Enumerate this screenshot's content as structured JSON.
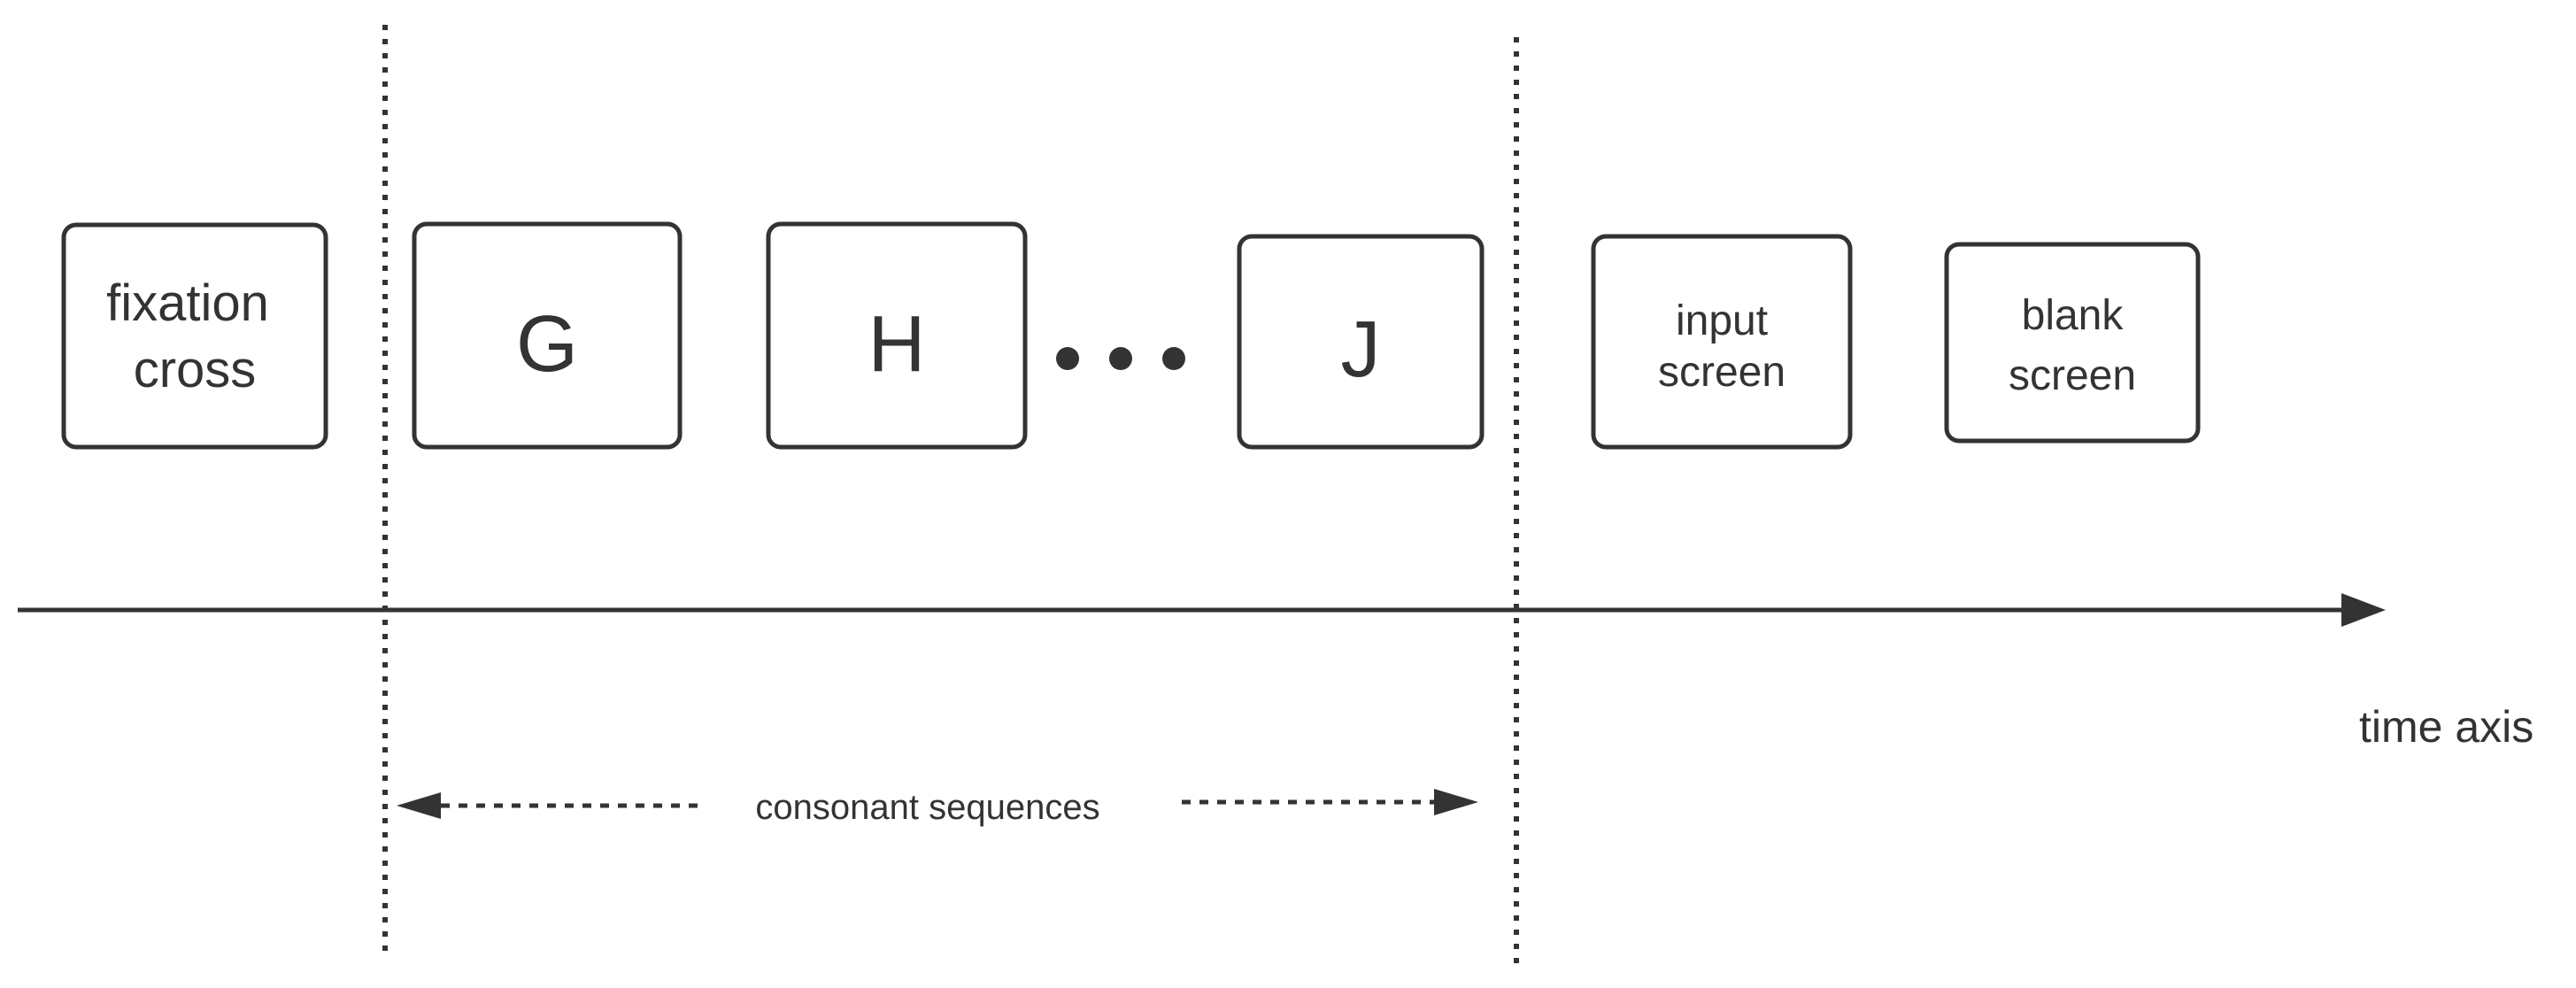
{
  "diagram": {
    "boxes": [
      {
        "lines": [
          "fixation",
          "cross"
        ]
      },
      {
        "lines": [
          "G"
        ]
      },
      {
        "lines": [
          "H"
        ]
      },
      {
        "lines": [
          "J"
        ]
      },
      {
        "lines": [
          "input",
          "screen"
        ]
      },
      {
        "lines": [
          "blank",
          "screen"
        ]
      }
    ],
    "ellipsis": "•••",
    "axis_label": "time axis",
    "span_label": "consonant sequences"
  },
  "colors": {
    "stroke": "#333333",
    "text": "#333333",
    "background": "#ffffff"
  }
}
